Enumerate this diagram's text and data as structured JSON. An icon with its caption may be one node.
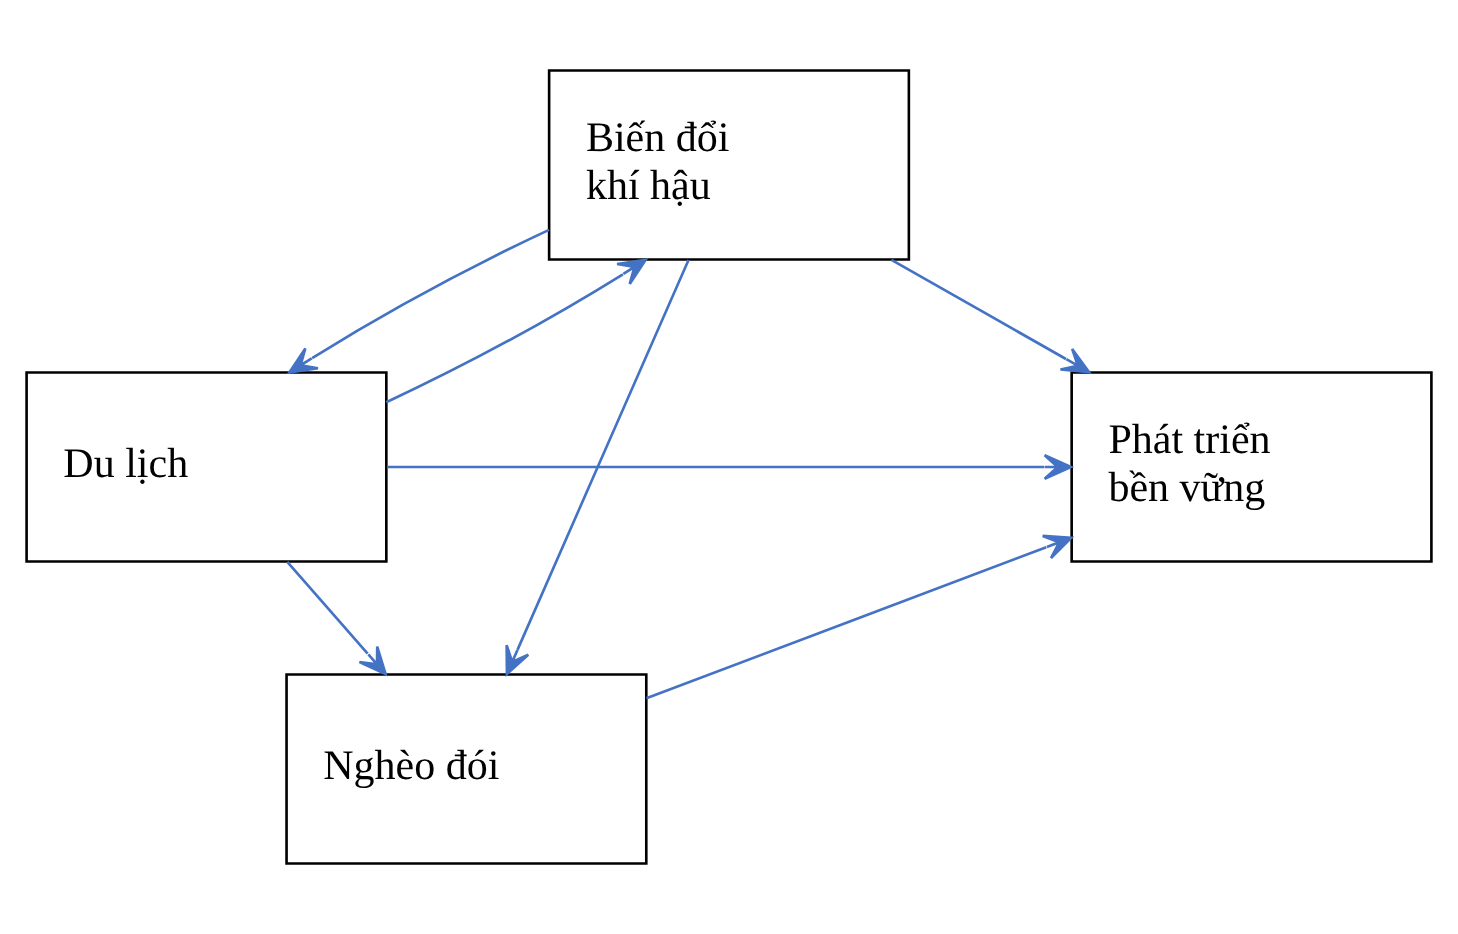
{
  "diagram": {
    "nodes": [
      {
        "text": [
          "Biến đổi khí hậu"
        ]
      },
      {
        "text": [
          "Du lịch"
        ]
      },
      {
        "text": [
          "Nghèo đói"
        ]
      },
      {
        "text": [
          "Phát triển bền vững"
        ]
      }
    ],
    "edges": [
      {
        "from": 0,
        "to": 1,
        "arrow": "to"
      },
      {
        "from": 1,
        "to": 0,
        "arrow": "to"
      },
      {
        "from": 0,
        "to": 3,
        "arrow": "to"
      },
      {
        "from": 1,
        "to": 3,
        "arrow": "to"
      },
      {
        "from": 1,
        "to": 2,
        "arrow": "to"
      },
      {
        "from": 0,
        "to": 2,
        "arrow": "to"
      },
      {
        "from": 2,
        "to": 3,
        "arrow": "to"
      }
    ]
  }
}
